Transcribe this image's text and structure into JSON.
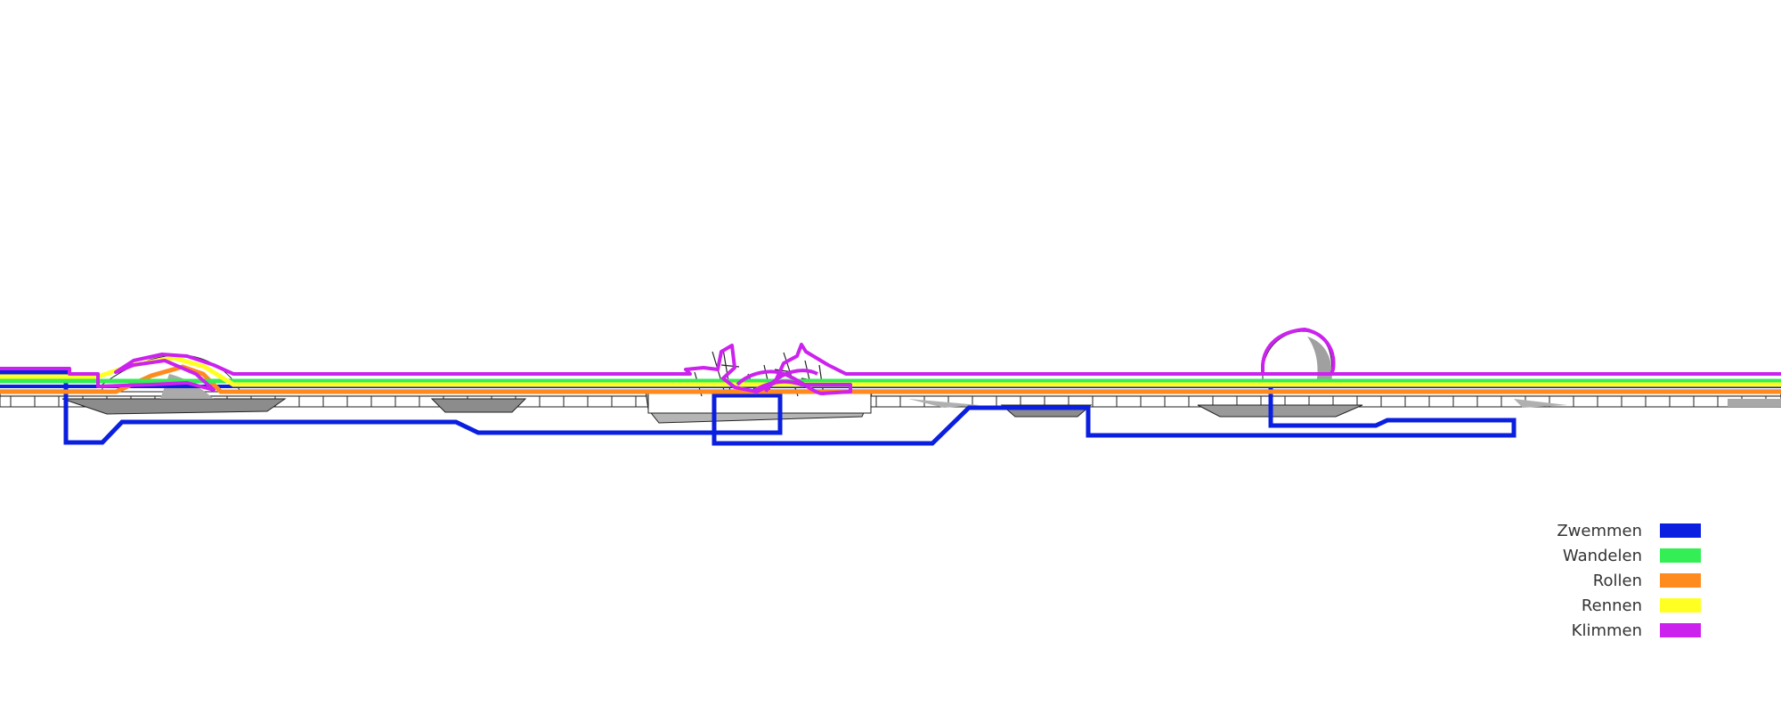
{
  "legend": {
    "items": [
      {
        "label": "Zwemmen",
        "color": "#0a1fe0"
      },
      {
        "label": "Wandelen",
        "color": "#33ee55"
      },
      {
        "label": "Rollen",
        "color": "#ff8a1e"
      },
      {
        "label": "Rennen",
        "color": "#ffff22"
      },
      {
        "label": "Klimmen",
        "color": "#cc22ee"
      }
    ]
  },
  "colors": {
    "structure_line": "#222222",
    "structure_shade": "#9a9a9a",
    "structure_fill": "#ffffff"
  }
}
